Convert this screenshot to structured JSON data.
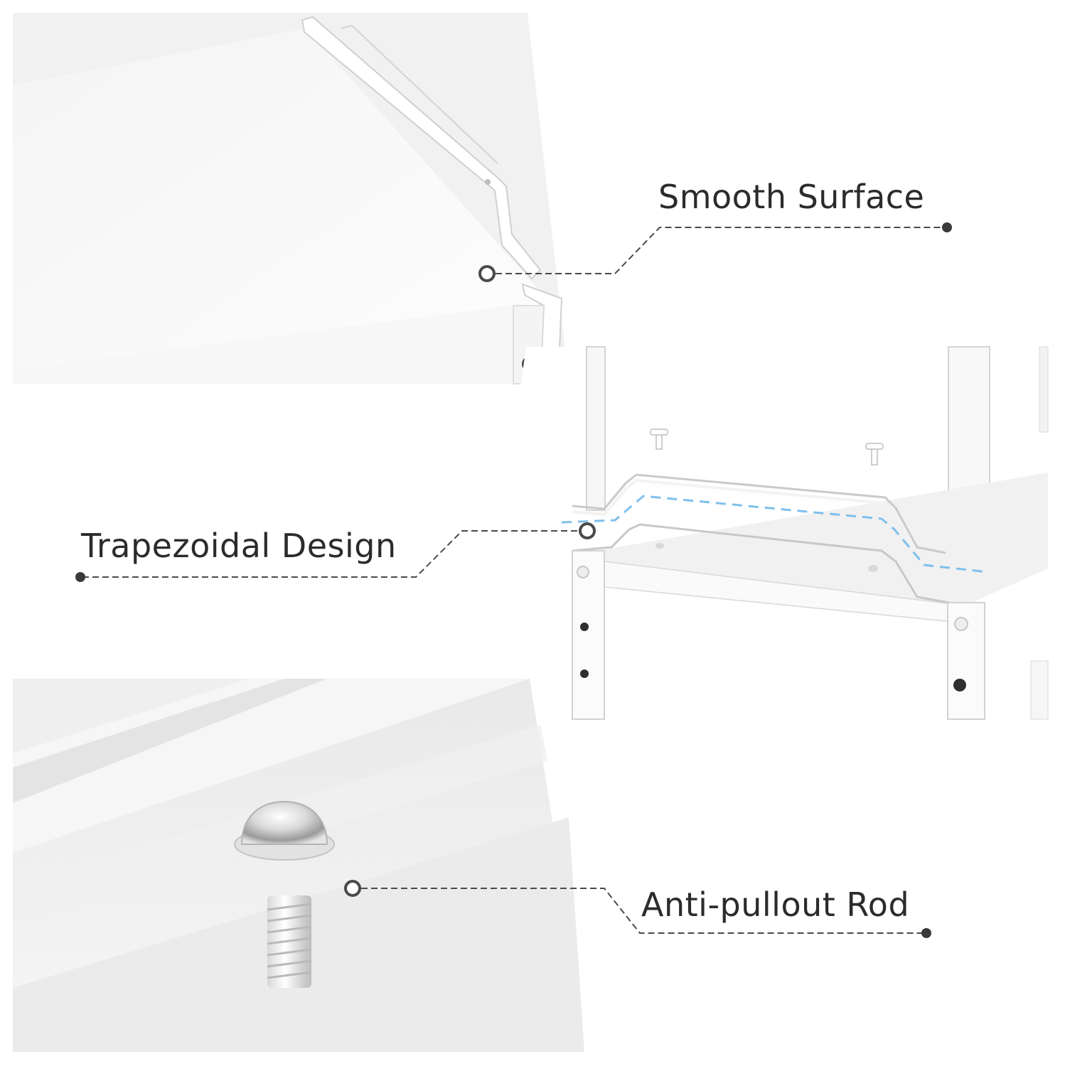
{
  "callouts": {
    "smooth_surface": "Smooth Surface",
    "trapezoidal_design": "Trapezoidal Design",
    "anti_pullout_rod": "Anti-pullout Rod"
  },
  "colors": {
    "text": "#2b2b2b",
    "leader_line": "#4a4a4a",
    "highlight_dash": "#7fc0ec",
    "panel_white": "#fafafa",
    "shadow_grey": "#e2e2e2"
  },
  "icons": [
    "screw-icon",
    "ring-marker-icon",
    "dot-marker-icon"
  ]
}
